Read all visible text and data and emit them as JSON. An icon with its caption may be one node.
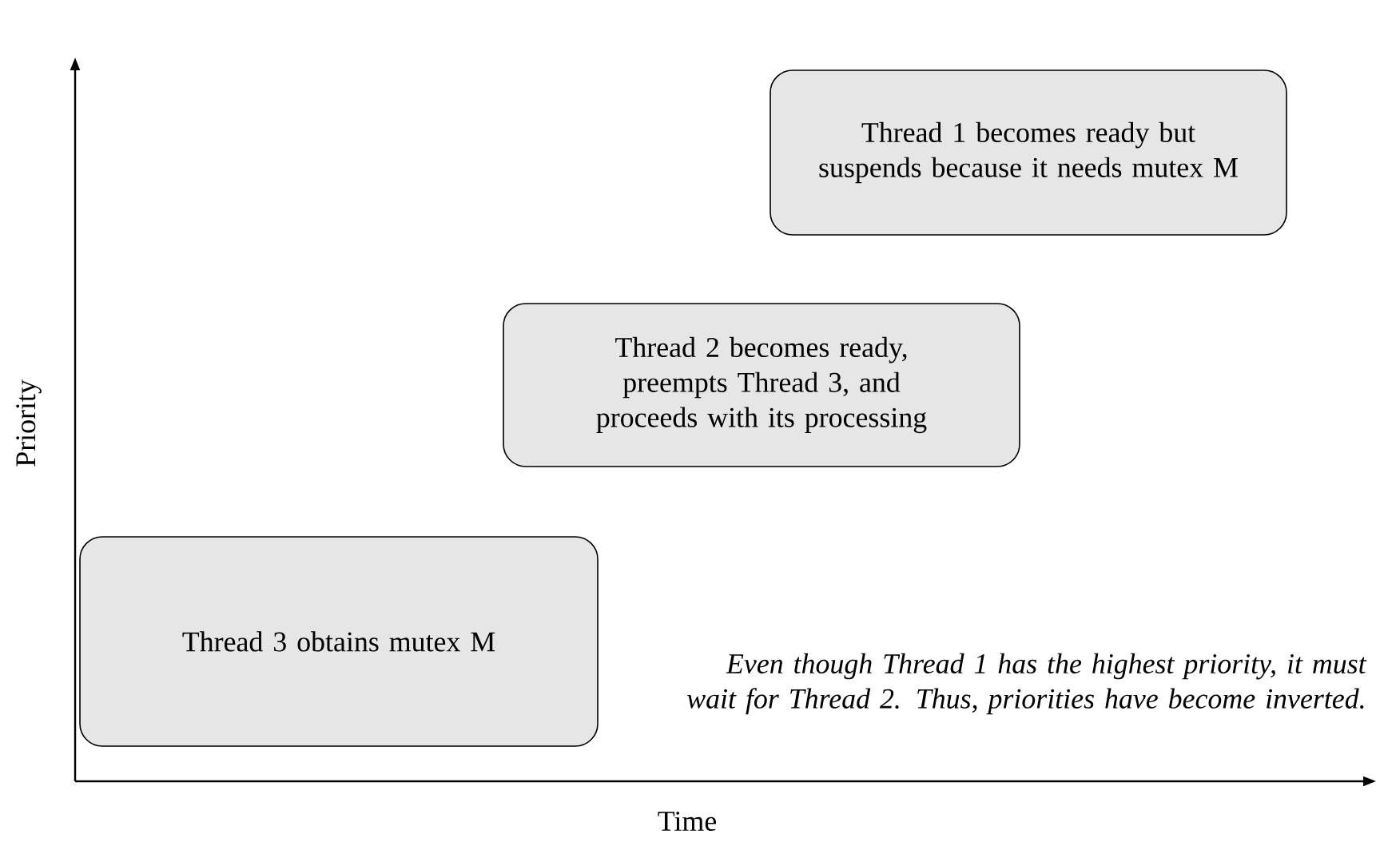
{
  "diagram": {
    "nodes": [
      {
        "text": [
          "Thread 3 obtains mutex M"
        ]
      },
      {
        "text": [
          "Thread 2 becomes ready, preempts Thread 3, and proceeds with its processing"
        ]
      },
      {
        "text": [
          "Thread 1 becomes ready but suspends because it needs mutex M"
        ]
      }
    ],
    "labels": [
      "Priority",
      "Time",
      "Even though Thread 1 has the highest priority, it must wait for Thread 2. Thus, priorities have become inverted."
    ]
  }
}
